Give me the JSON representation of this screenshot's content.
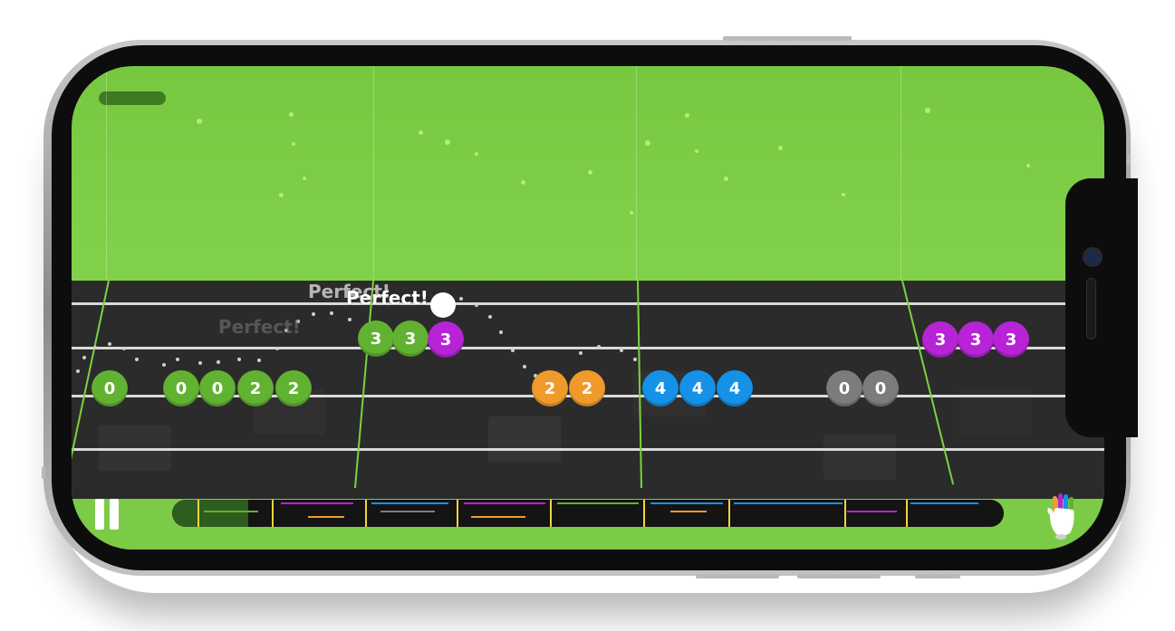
{
  "game": {
    "feedback": [
      {
        "text": "Perfect!",
        "color": "#bdbdbd",
        "opacity": 0.9
      },
      {
        "text": "Perfect!",
        "color": "#ffffff",
        "opacity": 1
      },
      {
        "text": "Perfect!",
        "color": "#7a7a7a",
        "opacity": 0.6
      }
    ],
    "notes": {
      "n1": "0",
      "n2": "0",
      "n3": "0",
      "n4": "2",
      "n5": "2",
      "n6": "3",
      "n7": "3",
      "n8": "3",
      "n9": "2",
      "n10": "2",
      "n11": "4",
      "n12": "4",
      "n13": "4",
      "n14": "0",
      "n15": "0",
      "n16": "3",
      "n17": "3",
      "n18": "3"
    },
    "colors": {
      "green": "#62b232",
      "purple": "#b624d6",
      "orange": "#f09a2c",
      "blue": "#1592e8",
      "gray": "#7c7c7c",
      "board": "#2b2b2b",
      "sky": "#82d14b"
    },
    "icons": {
      "pause": "pause-icon",
      "hand": "hand-icon"
    }
  }
}
